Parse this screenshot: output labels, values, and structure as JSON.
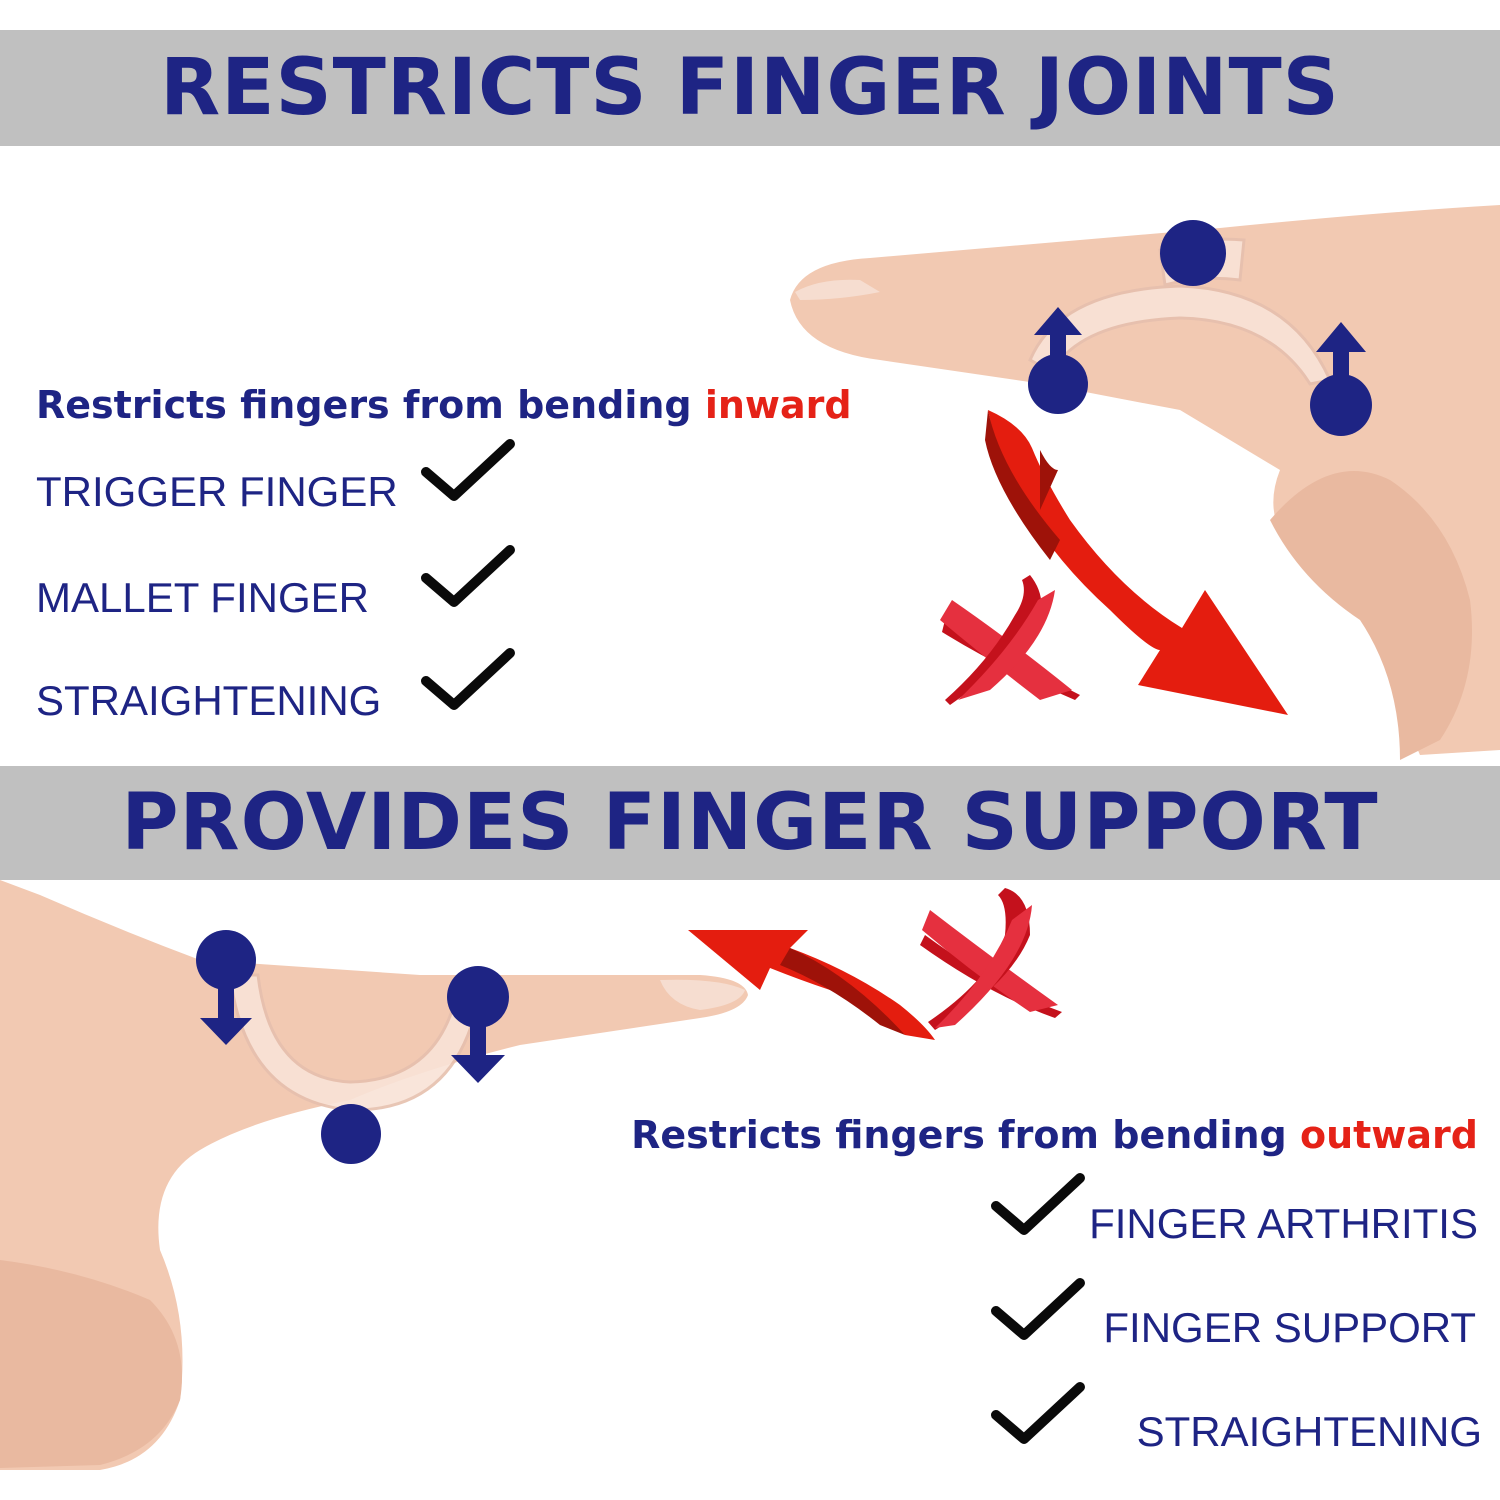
{
  "top": {
    "title": "RESTRICTS FINGER JOINTS",
    "heading": {
      "prefix": "Restricts fingers from bending ",
      "accent": "inward"
    },
    "items": [
      "TRIGGER FINGER",
      "MALLET FINGER",
      "STRAIGHTENING"
    ]
  },
  "bottom": {
    "title": "PROVIDES FINGER SUPPORT",
    "heading": {
      "prefix": "Restricts fingers from bending ",
      "accent": "outward"
    },
    "items": [
      "FINGER ARTHRITIS",
      "FINGER SUPPORT",
      "STRAIGHTENING"
    ]
  },
  "colors": {
    "banner": "#c0c0c0",
    "navy": "#1e2484",
    "accent_red": "#e52217",
    "skin": "#f2c9b2"
  },
  "icons": [
    "check-icon",
    "arrow-up-icon",
    "arrow-down-icon",
    "red-curved-arrow-icon",
    "red-x-icon"
  ]
}
